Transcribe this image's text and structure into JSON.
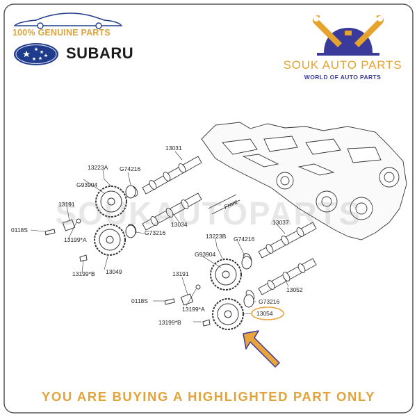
{
  "header": {
    "genuine_text": "100% GENUINE PARTS",
    "brand_text": "SUBARU",
    "store_name": "SOUK AUTO PARTS",
    "store_tagline": "WORLD OF AUTO PARTS"
  },
  "watermark": "SOUKAUTOPARTS",
  "diagram": {
    "part_labels": {
      "p13031": "13031",
      "p13223a": "13223A",
      "g74216_top": "G74216",
      "g93904_top": "G93904",
      "p13191_top": "13191",
      "p0118s_top": "0118S",
      "p13199a_top": "13199*A",
      "p13034": "13034",
      "g73216_top": "G73216",
      "p13199b_top": "13199*B",
      "p13049": "13049",
      "p13223b": "13223B",
      "g74216_bot": "G74216",
      "g93904_bot": "G93904",
      "p13037": "13037",
      "p13191_bot": "13191",
      "p13052": "13052",
      "p0118s_bot": "0118S",
      "g73216_bot": "G73216",
      "p13199a_bot": "13199*A",
      "p13054": "13054",
      "p13199b_bot": "13199*B",
      "front_mark": "Front"
    },
    "highlighted_part": "13054"
  },
  "footer": {
    "banner_text": "YOU ARE BUYING A HIGHLIGHTED PART ONLY"
  },
  "colors": {
    "gold": "#e2a33a",
    "navy": "#1f3b8c",
    "arrow": "#e9a43c",
    "frame": "#555555"
  }
}
